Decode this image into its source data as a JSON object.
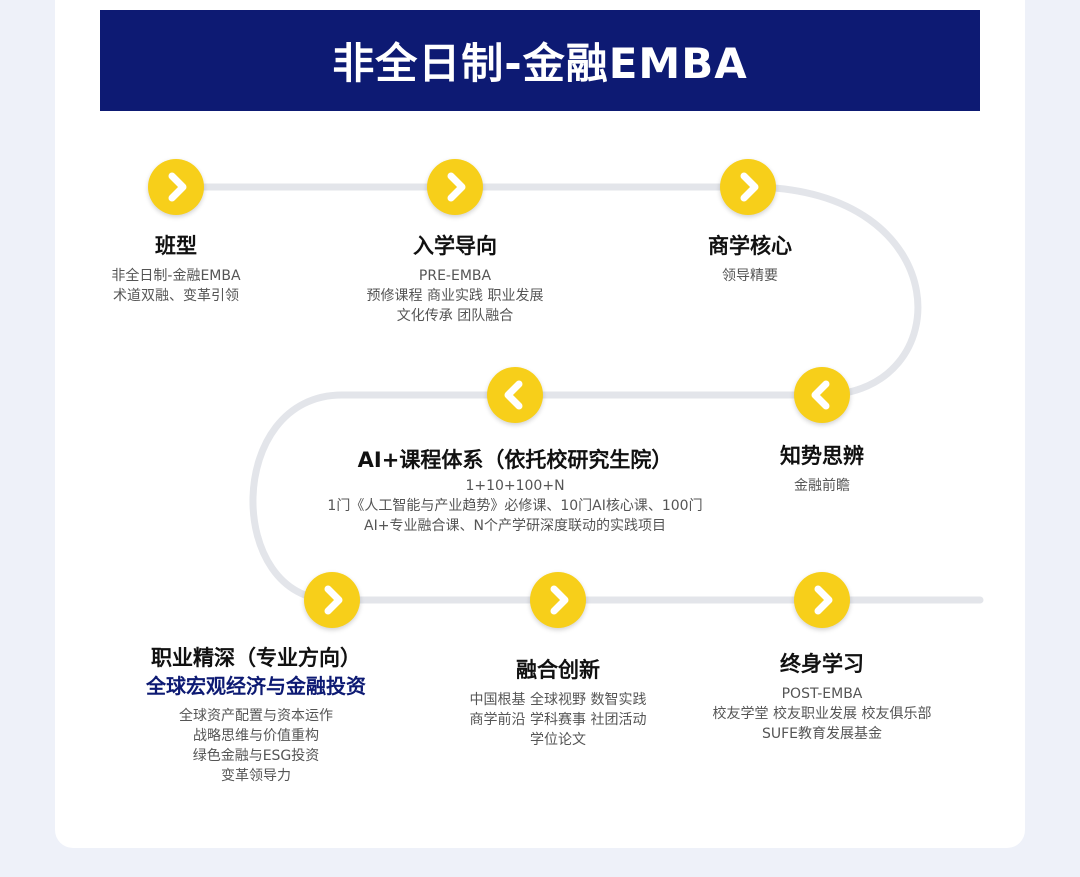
{
  "banner": {
    "title": "非全日制-金融EMBA"
  },
  "colors": {
    "banner_bg": "#0d1a73",
    "node_yellow": "#f7cf1a",
    "path_gray": "#e3e5ea",
    "subtitle_blue": "#0d1a73"
  },
  "stages": [
    {
      "title": "班型",
      "lines": [
        "非全日制-金融EMBA",
        "术道双融、变革引领"
      ],
      "arrow": "right"
    },
    {
      "title": "入学导向",
      "lines": [
        "PRE-EMBA",
        "预修课程 商业实践 职业发展",
        "文化传承 团队融合"
      ],
      "arrow": "right"
    },
    {
      "title": "商学核心",
      "lines": [
        "领导精要"
      ],
      "arrow": "right"
    },
    {
      "title": "知势思辨",
      "lines": [
        "金融前瞻"
      ],
      "arrow": "left"
    },
    {
      "title": "AI+课程体系（依托校研究生院）",
      "lines": [
        "1+10+100+N",
        "1门《人工智能与产业趋势》必修课、10门AI核心课、100门",
        "AI+专业融合课、N个产学研深度联动的实践项目"
      ],
      "arrow": "left"
    },
    {
      "title": "职业精深（专业方向）",
      "subtitle": "全球宏观经济与金融投资",
      "lines": [
        "全球资产配置与资本运作",
        "战略思维与价值重构",
        "绿色金融与ESG投资",
        "变革领导力"
      ],
      "arrow": "right"
    },
    {
      "title": "融合创新",
      "lines": [
        "中国根基 全球视野 数智实践",
        "商学前沿 学科赛事 社团活动",
        "学位论文"
      ],
      "arrow": "right"
    },
    {
      "title": "终身学习",
      "lines": [
        "POST-EMBA",
        "校友学堂 校友职业发展 校友俱乐部",
        "SUFE教育发展基金"
      ],
      "arrow": "right"
    }
  ]
}
